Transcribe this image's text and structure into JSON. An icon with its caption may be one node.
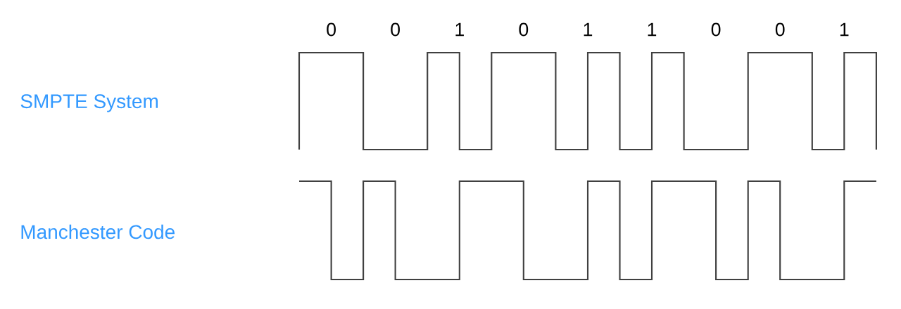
{
  "diagram": {
    "labels": [
      "0",
      "0",
      "1",
      "0",
      "1",
      "1",
      "0",
      "0",
      "1",
      "SMPTE System",
      "Manchester Code"
    ]
  }
}
